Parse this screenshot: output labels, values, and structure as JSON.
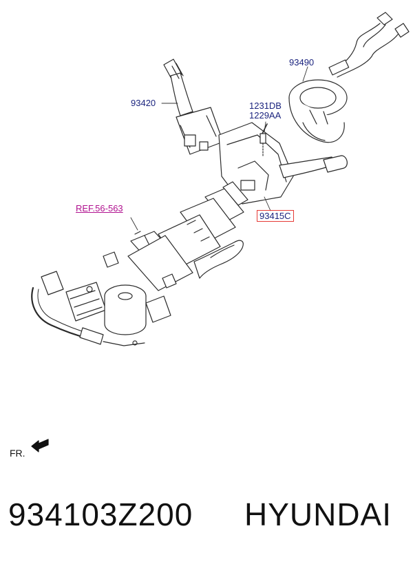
{
  "callouts": {
    "part_93490": "93490",
    "part_93420": "93420",
    "part_1231db": "1231DB",
    "part_1229aa": "1229AA",
    "ref_56_563": "REF.56-563",
    "part_93415c": "93415C"
  },
  "orientation": {
    "label": "FR."
  },
  "footer": {
    "part_number": "934103Z200",
    "brand": "HYUNDAI"
  },
  "colors": {
    "callout_text": "#1a237e",
    "reference_text": "#b0108f",
    "highlight_box": "#e53935"
  }
}
